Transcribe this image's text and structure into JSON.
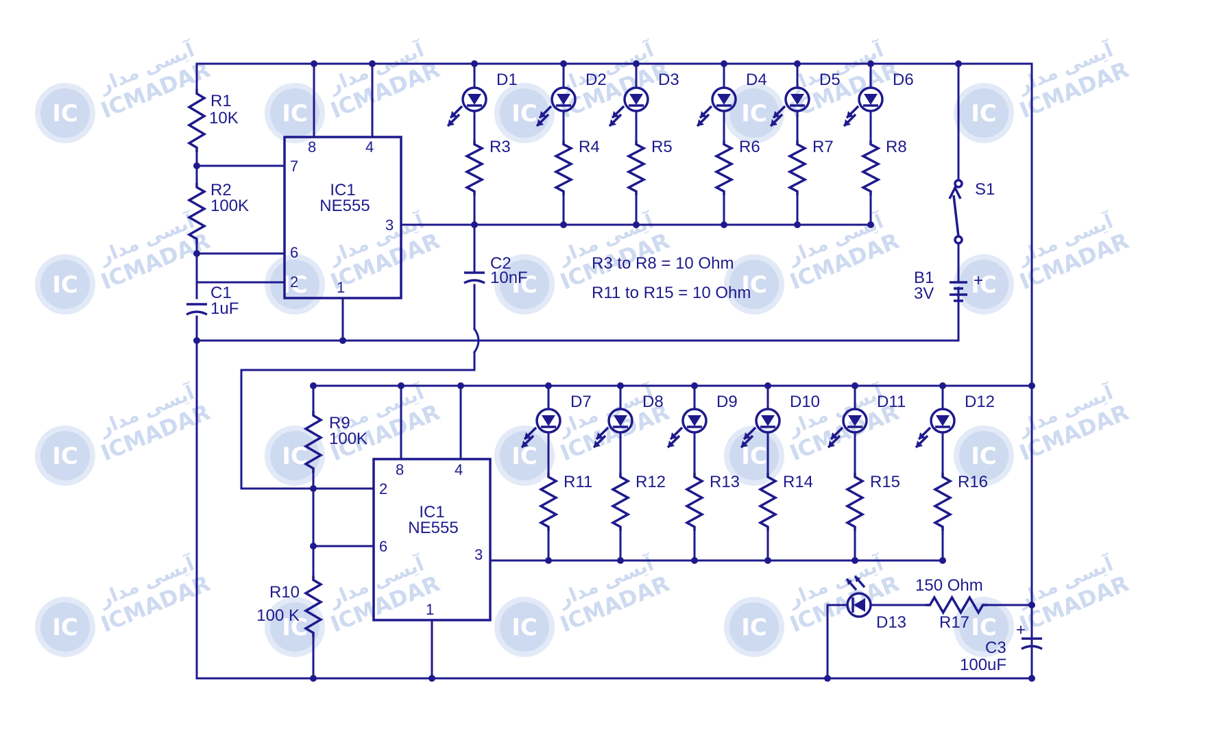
{
  "watermark": {
    "brand": "ICMADAR",
    "brand_fa": "آیسی مدار",
    "logo": "IC",
    "logo_sub": "MADAR",
    "color": "#c9d6ef"
  },
  "ic_top": {
    "ref": "IC1",
    "model": "NE555",
    "pins": [
      "8",
      "4",
      "7",
      "6",
      "2",
      "1",
      "3"
    ]
  },
  "ic_bottom": {
    "ref": "IC1",
    "model": "NE555",
    "pins": [
      "8",
      "4",
      "2",
      "6",
      "1",
      "3"
    ]
  },
  "resistors": {
    "r1": {
      "ref": "R1",
      "value": "10K"
    },
    "r2": {
      "ref": "R2",
      "value": "100K"
    },
    "r9": {
      "ref": "R9",
      "value": "100K"
    },
    "r10": {
      "ref": "R10",
      "value": "100 K"
    },
    "r17": {
      "ref": "R17",
      "value": "150 Ohm"
    },
    "top_bank": [
      "R3",
      "R4",
      "R5",
      "R6",
      "R7",
      "R8"
    ],
    "bottom_bank": [
      "R11",
      "R12",
      "R13",
      "R14",
      "R15",
      "R16"
    ]
  },
  "capacitors": {
    "c1": {
      "ref": "C1",
      "value": "1uF"
    },
    "c2": {
      "ref": "C2",
      "value": "10nF"
    },
    "c3": {
      "ref": "C3",
      "value": "100uF"
    }
  },
  "leds": {
    "top": [
      "D1",
      "D2",
      "D3",
      "D4",
      "D5",
      "D6"
    ],
    "bottom": [
      "D7",
      "D8",
      "D9",
      "D10",
      "D11",
      "D12"
    ],
    "indicator": "D13"
  },
  "switch": {
    "ref": "S1"
  },
  "battery": {
    "ref": "B1",
    "value": "3V",
    "polarity": "+"
  },
  "c3_polarity": "+",
  "notes": [
    "R3 to R8 = 10 Ohm",
    "R11 to R15 = 10 Ohm"
  ],
  "colors": {
    "ink": "#1e1a8c",
    "background": "#ffffff"
  }
}
